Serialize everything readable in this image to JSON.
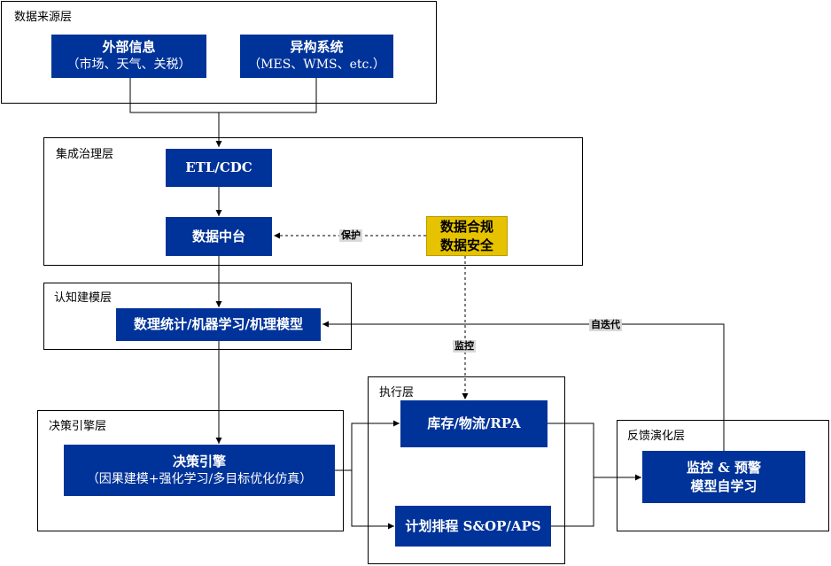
{
  "layers": {
    "source": "数据来源层",
    "integration": "集成治理层",
    "cognitive": "认知建模层",
    "decision": "决策引擎层",
    "execution": "执行层",
    "feedback": "反馈演化层"
  },
  "nodes": {
    "external": {
      "title": "外部信息",
      "sub": "（市场、天气、关税）"
    },
    "hetero": {
      "title": "异构系统",
      "sub": "（MES、WMS、etc.）"
    },
    "etl": {
      "title": "ETL/CDC"
    },
    "datahub": {
      "title": "数据中台"
    },
    "compliance": {
      "line1": "数据合规",
      "line2": "数据安全"
    },
    "models": {
      "title": "数理统计/机器学习/机理模型"
    },
    "engine": {
      "title": "决策引擎",
      "sub": "（因果建模+强化学习/多目标优化仿真）"
    },
    "inventory": {
      "title": "库存/物流/RPA"
    },
    "planning": {
      "title": "计划排程 S&OP/APS"
    },
    "monitor": {
      "line1": "监控 & 预警",
      "line2": "模型自学习"
    }
  },
  "edge_labels": {
    "protect": "保护",
    "monitor": "监控",
    "iterate": "自迭代"
  }
}
